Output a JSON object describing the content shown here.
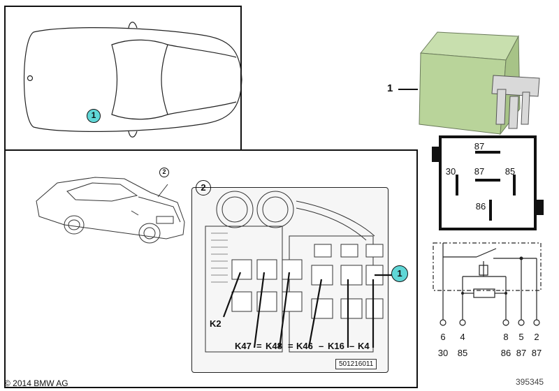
{
  "colors": {
    "callout_fill": "#5fd6d6",
    "relay_body": "#b9d49a",
    "line": "#111111"
  },
  "top_view": {
    "callout": "1"
  },
  "detail": {
    "car_callout": "2",
    "fusebox_callout": "2",
    "relay_callout": "1",
    "labels": {
      "k2": "K2",
      "k47": "K47",
      "k48": "K48",
      "k46": "K46",
      "k16": "K16",
      "k4": "K4"
    },
    "dash1": "=",
    "dash2": "=",
    "dash3": "–",
    "dash4": "–",
    "part_code": "501216011"
  },
  "relay": {
    "part_number": "1"
  },
  "pinout": {
    "top": "87",
    "left": "30",
    "center": "87",
    "right": "85",
    "bottom": "86"
  },
  "schematic": {
    "terminals": [
      "6",
      "4",
      "8",
      "5",
      "2"
    ],
    "pins": [
      "30",
      "85",
      "86",
      "87",
      "87"
    ]
  },
  "footer": {
    "copyright": "© 2014 BMW AG",
    "diagram_id": "395345"
  }
}
